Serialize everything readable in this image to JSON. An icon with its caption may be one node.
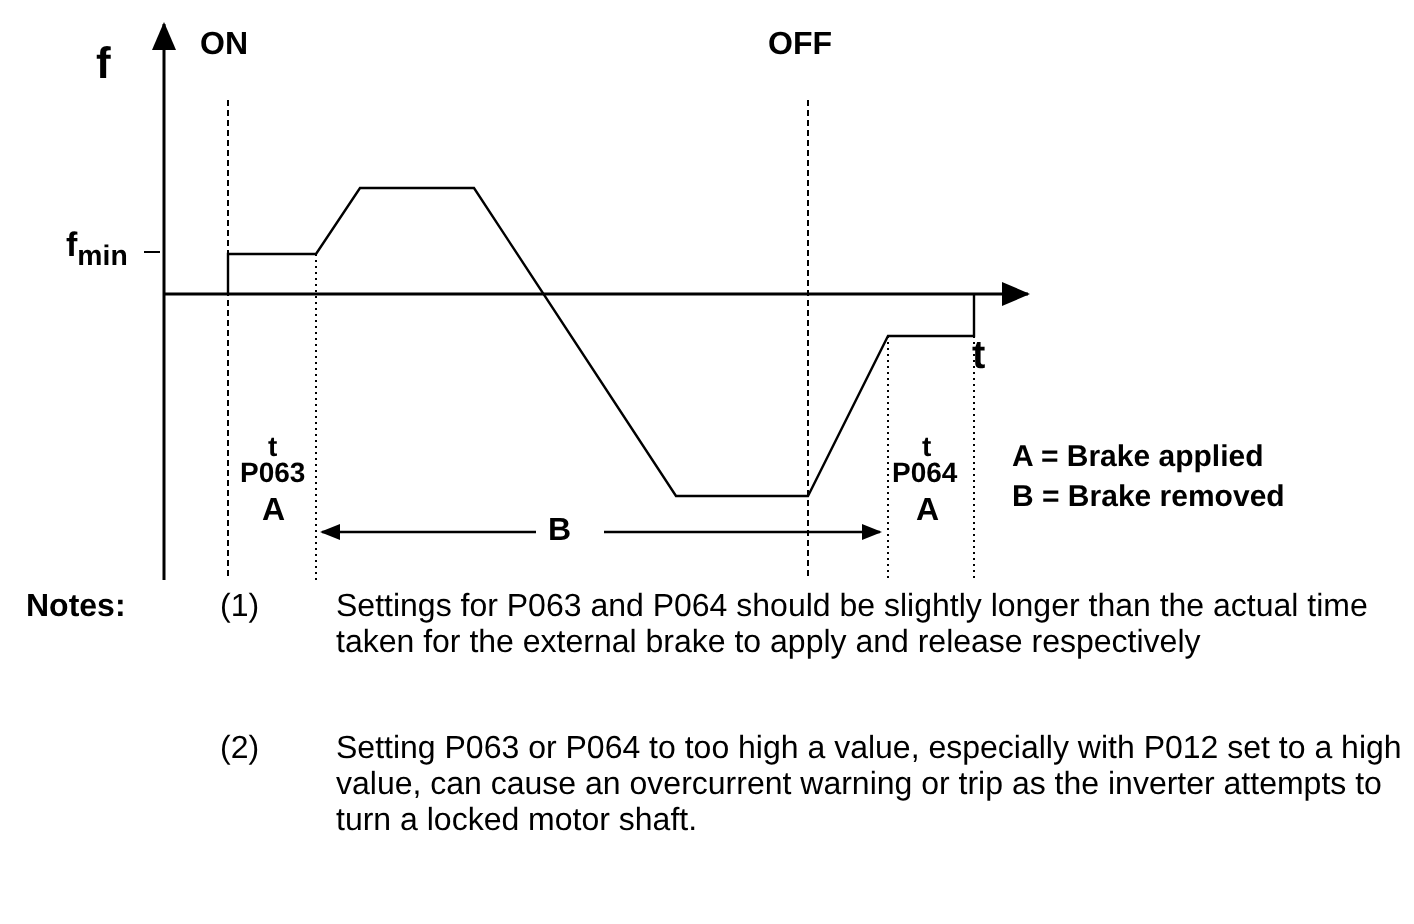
{
  "diagram": {
    "labels": [
      "f",
      "ON",
      "OFF",
      "f$_{min}$",
      "t",
      "t",
      "P063",
      "A",
      "B",
      "t",
      "P064",
      "A",
      "A = Brake applied",
      "B = Brake removed",
      "Notes:",
      "(1)",
      "Settings for P063 and P064 should be slightly longer than the actual time taken for the external brake to apply and release respectively",
      "(2)",
      "Setting P063 or P064 to too high a value, especially with P012 set to a high value, can cause an overcurrent warning or trip as the inverter attempts to turn a locked motor shaft."
    ]
  }
}
